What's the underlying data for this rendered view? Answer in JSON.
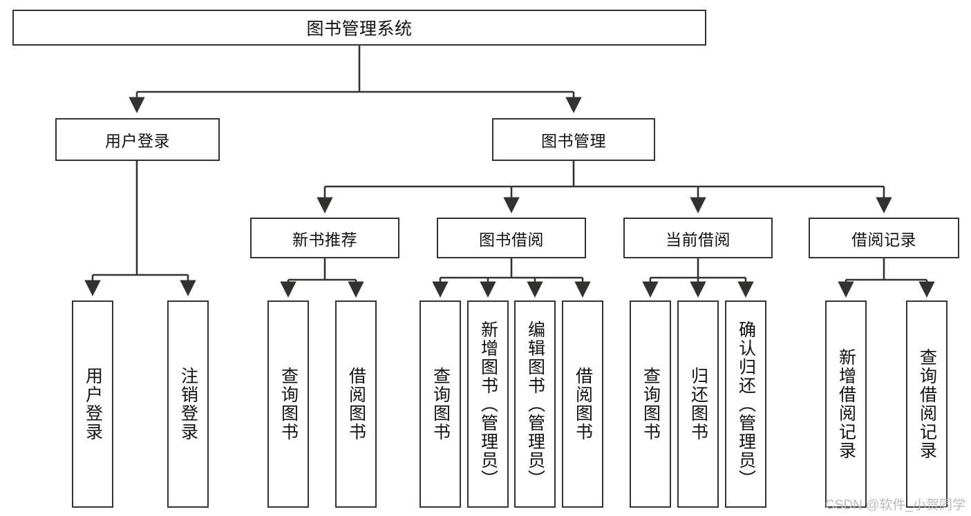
{
  "diagram": {
    "type": "tree-hierarchy",
    "title": "图书管理系统",
    "watermark": "CSDN @软件_小贺同学",
    "colors": {
      "box_border": "#33322f",
      "box_fill": "#ffffff",
      "connector": "#33322f",
      "background": "#ffffff",
      "watermark_text": "#b9b9b9"
    },
    "levels": {
      "root": {
        "label": "图书管理系统"
      },
      "level2": [
        {
          "id": "user-login",
          "label": "用户登录"
        },
        {
          "id": "book-management",
          "label": "图书管理"
        }
      ],
      "level3": [
        {
          "id": "new-book-recommend",
          "label": "新书推荐",
          "parent": "book-management"
        },
        {
          "id": "book-borrow",
          "label": "图书借阅",
          "parent": "book-management"
        },
        {
          "id": "current-borrow",
          "label": "当前借阅",
          "parent": "book-management"
        },
        {
          "id": "borrow-record",
          "label": "借阅记录",
          "parent": "book-management"
        }
      ],
      "leaves": [
        {
          "id": "leaf-user-login",
          "label": "用户登录",
          "parent": "user-login"
        },
        {
          "id": "leaf-logout-login",
          "label": "注销登录",
          "parent": "user-login"
        },
        {
          "id": "leaf-query-book-1",
          "label": "查询图书",
          "parent": "new-book-recommend"
        },
        {
          "id": "leaf-borrow-book-1",
          "label": "借阅图书",
          "parent": "new-book-recommend"
        },
        {
          "id": "leaf-query-book-2",
          "label": "查询图书",
          "parent": "book-borrow"
        },
        {
          "id": "leaf-add-book",
          "label": "新增图书（管理员）",
          "parent": "book-borrow"
        },
        {
          "id": "leaf-edit-book",
          "label": "编辑图书（管理员）",
          "parent": "book-borrow"
        },
        {
          "id": "leaf-borrow-book-2",
          "label": "借阅图书",
          "parent": "book-borrow"
        },
        {
          "id": "leaf-query-book-3",
          "label": "查询图书",
          "parent": "current-borrow"
        },
        {
          "id": "leaf-return-book",
          "label": "归还图书",
          "parent": "current-borrow"
        },
        {
          "id": "leaf-confirm-return",
          "label": "确认归还（管理员）",
          "parent": "current-borrow"
        },
        {
          "id": "leaf-add-record",
          "label": "新增借阅记录",
          "parent": "borrow-record"
        },
        {
          "id": "leaf-query-record",
          "label": "查询借阅记录",
          "parent": "borrow-record"
        }
      ]
    }
  }
}
